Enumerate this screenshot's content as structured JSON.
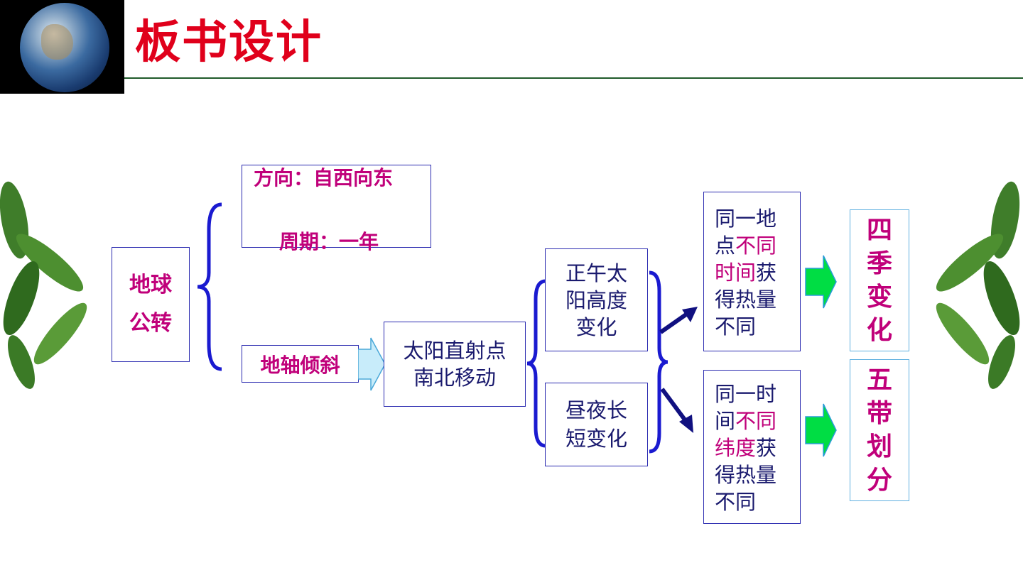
{
  "title": "板书设计",
  "nodes": {
    "earth_revolution": [
      "地球",
      "公转"
    ],
    "direction": "方向：自西向东",
    "period": "周期：一年",
    "axial_tilt": "地轴倾斜",
    "direct_point": [
      "太阳直射点",
      "南北移动"
    ],
    "noon_altitude": [
      "正午太",
      "阳高度",
      "变化"
    ],
    "day_length": [
      "昼夜长",
      "短变化"
    ],
    "same_place": {
      "l1": "同一地",
      "l2a": "点",
      "l2b": "不同",
      "l3a": "时间",
      "l3b": "获",
      "l4": "得热量",
      "l5": "不同"
    },
    "same_time": {
      "l1": "同一时",
      "l2a": "间",
      "l2b": "不同",
      "l3a": "纬度",
      "l3b": "获",
      "l4": "得热量",
      "l5": "不同"
    },
    "seasons": [
      "四",
      "季",
      "变",
      "化"
    ],
    "zones": [
      "五",
      "带",
      "划",
      "分"
    ]
  },
  "colors": {
    "title": "#e0001b",
    "highlight": "#c0007a",
    "text": "#1a1a6e",
    "brace": "#1a1ad0",
    "box_border": "#2b2bb0",
    "green_arrow": "#00dd44"
  }
}
